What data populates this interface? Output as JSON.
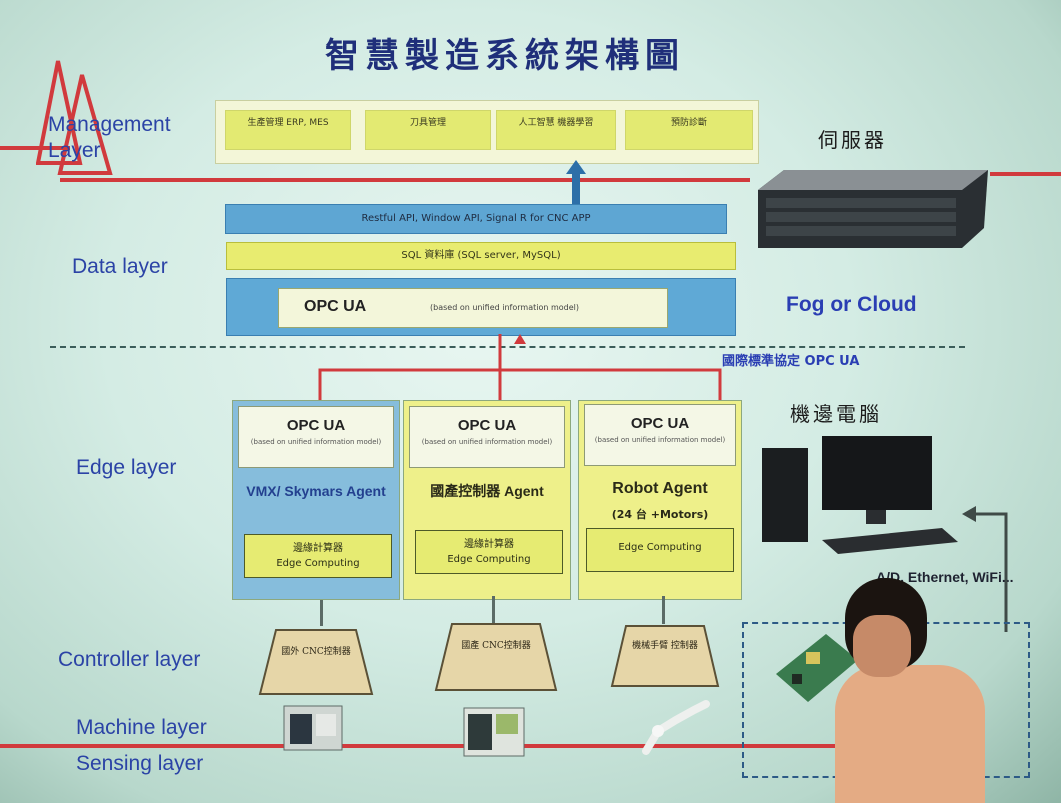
{
  "title": "智慧製造系統架構圖",
  "layers": {
    "management": "Management Layer",
    "data": "Data layer",
    "edge": "Edge layer",
    "controller": "Controller layer",
    "machine": "Machine layer",
    "sensing": "Sensing layer"
  },
  "management_cells": [
    "生產管理 ERP, MES",
    "刀具管理",
    "人工智慧 機器學習",
    "預防診斷"
  ],
  "data_layer": {
    "api_bar": "Restful API, Window API, Signal R for CNC APP",
    "sql_bar": "SQL 資料庫 (SQL server, MySQL)",
    "opc_label": "OPC UA",
    "opc_note": "(based on unified information model)"
  },
  "edge_columns": [
    {
      "opc": "OPC UA",
      "opc_note": "(based on unified information model)",
      "agent": "VMX/ Skymars Agent",
      "ec_title": "邊緣計算器",
      "ec_sub": "Edge Computing"
    },
    {
      "opc": "OPC UA",
      "opc_note": "(based on unified information model)",
      "agent": "國產控制器 Agent",
      "ec_title": "邊緣計算器",
      "ec_sub": "Edge Computing"
    },
    {
      "opc": "OPC UA",
      "opc_note": "(based on unified information model)",
      "agent": "Robot Agent",
      "agent_sub": "(24 台 +Motors)",
      "ec_sub": "Edge Computing"
    }
  ],
  "controllers": [
    "國外 CNC控制器",
    "國產 CNC控制器",
    "機械手臂 控制器"
  ],
  "right": {
    "server_label": "伺服器",
    "fog_label": "Fog or Cloud",
    "protocol_label": "國際標準協定 OPC UA",
    "edge_pc_label": "機邊電腦",
    "connectivity": "A/D, Ethernet, WiFi..."
  },
  "colors": {
    "title": "#1f2f7a",
    "layer_label": "#2b43a6",
    "red_line": "#d13a3d",
    "blue_bar": "#5ea6d3",
    "yellow_bar": "#e8ec70"
  }
}
